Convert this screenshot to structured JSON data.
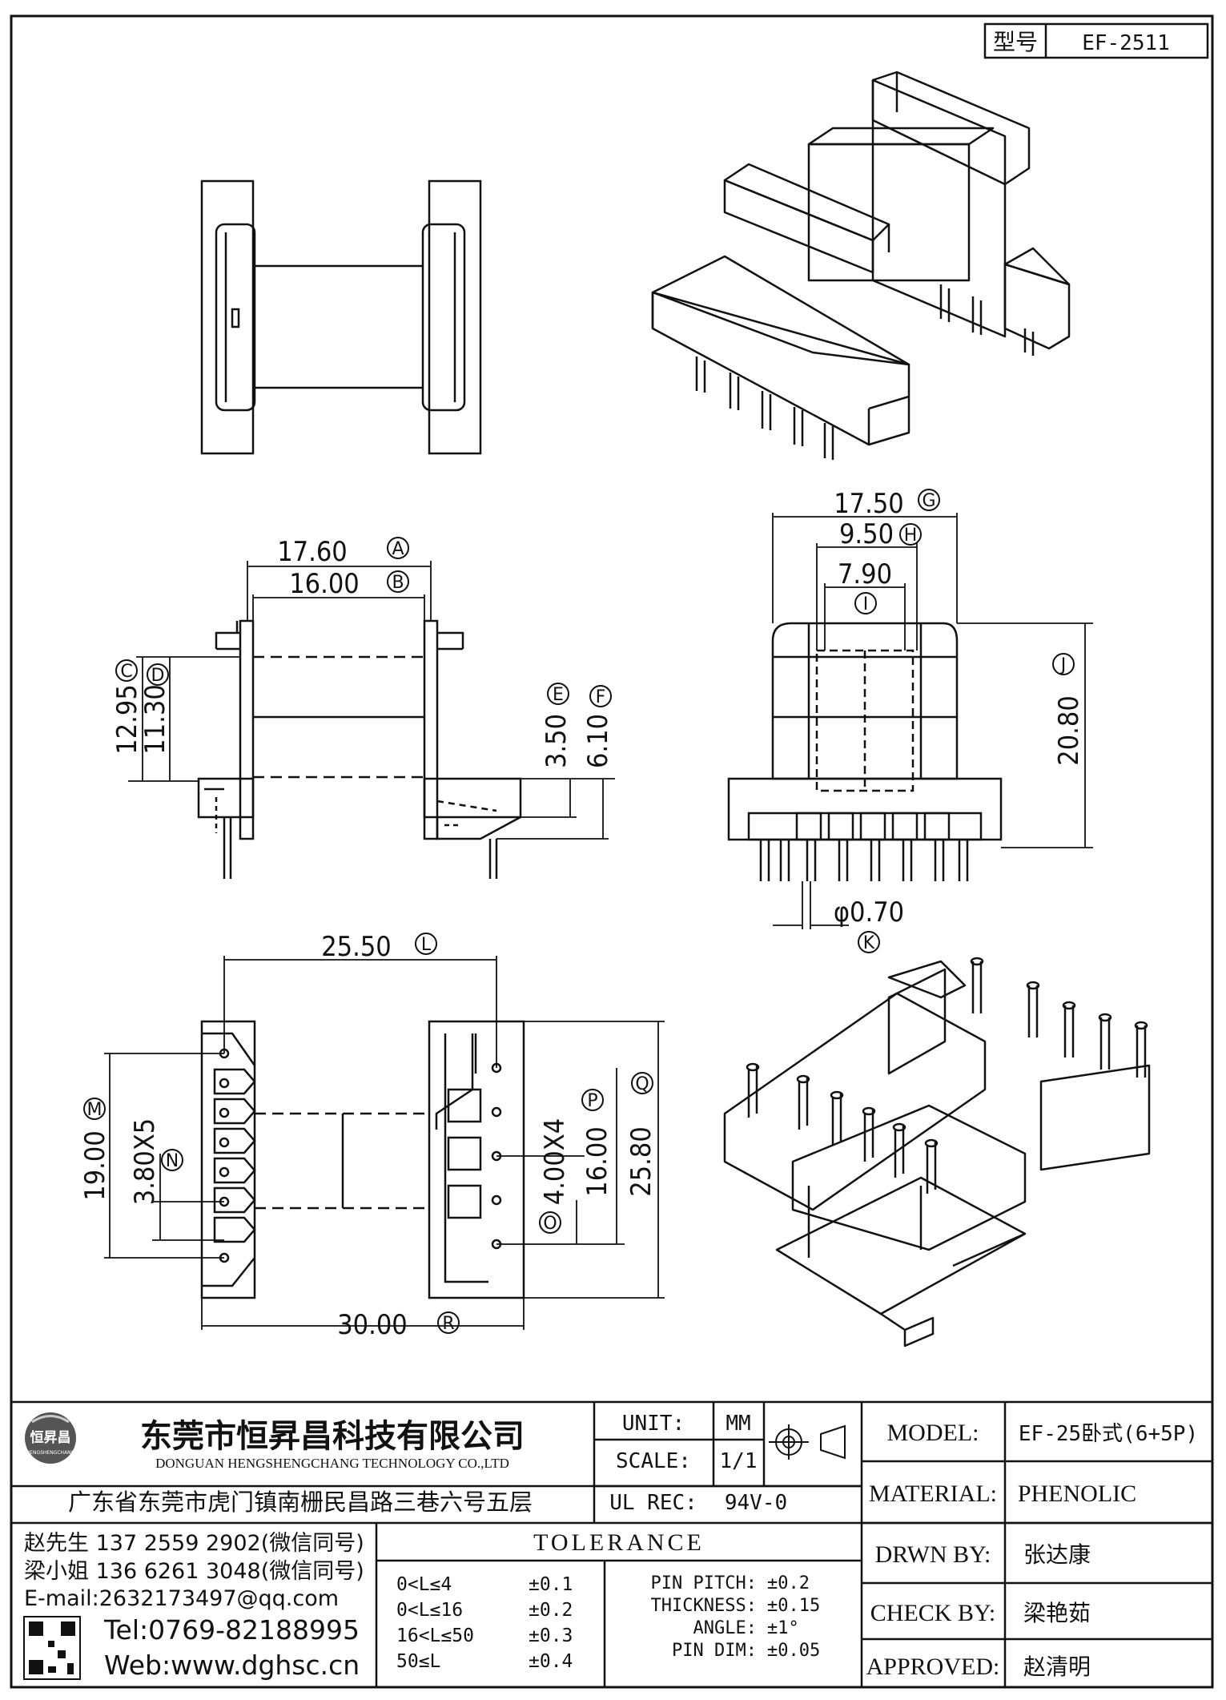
{
  "model_box": {
    "label": "型号",
    "value": "EF-2511"
  },
  "dimensions": {
    "A": {
      "text": "17.60",
      "letter": "A"
    },
    "B": {
      "text": "16.00",
      "letter": "B"
    },
    "C": {
      "text": "12.95",
      "letter": "C"
    },
    "D": {
      "text": "11.30",
      "letter": "D"
    },
    "E": {
      "text": "3.50",
      "letter": "E"
    },
    "F": {
      "text": "6.10",
      "letter": "F"
    },
    "G": {
      "text": "17.50",
      "letter": "G"
    },
    "H": {
      "text": "9.50",
      "letter": "H"
    },
    "I": {
      "text": "7.90",
      "letter": "I"
    },
    "J": {
      "text": "20.80",
      "letter": "J"
    },
    "K": {
      "text": "φ0.70",
      "letter": "K"
    },
    "L": {
      "text": "25.50",
      "letter": "L"
    },
    "M": {
      "text": "19.00",
      "letter": "M"
    },
    "N": {
      "text": "3.80X5",
      "letter": "N"
    },
    "O": {
      "text": "",
      "letter": "O"
    },
    "P": {
      "text": "4.00X4",
      "letter": "P"
    },
    "P2": {
      "text": "16.00"
    },
    "Q": {
      "text": "25.80",
      "letter": "Q"
    },
    "R": {
      "text": "30.00",
      "letter": "R"
    }
  },
  "title_block": {
    "company_cn": "东莞市恒昇昌科技有限公司",
    "company_en": "DONGUAN HENGSHENGCHANG TECHNOLOGY CO.,LTD",
    "logo_text": "恒昇昌",
    "logo_sub": "HENGSHENGCHANG",
    "address": "广东省东莞市虎门镇南栅民昌路三巷六号五层",
    "unit_label": "UNIT:",
    "unit_value": "MM",
    "scale_label": "SCALE:",
    "scale_value": "1/1",
    "ulrec_label": "UL REC:",
    "ulrec_value": "94V-0",
    "model_label": "MODEL:",
    "model_value": "EF-25卧式(6+5P)",
    "material_label": "MATERIAL:",
    "material_value": "PHENOLIC",
    "drwn_label": "DRWN BY:",
    "drwn_value": "张达康",
    "check_label": "CHECK BY:",
    "check_value": "梁艳茹",
    "approved_label": "APPROVED:",
    "approved_value": "赵清明",
    "contact1": "赵先生 137 2559 2902(微信同号)",
    "contact2": "梁小姐 136 6261 3048(微信同号)",
    "email": "E-mail:2632173497@qq.com",
    "tel": "Tel:0769-82188995",
    "web": "Web:www.dghsc.cn",
    "tolerance_title": "TOLERANCE",
    "tolerances": [
      {
        "range": "0<L≤4",
        "value": "±0.1"
      },
      {
        "range": "0<L≤16",
        "value": "±0.2"
      },
      {
        "range": "16<L≤50",
        "value": "±0.3"
      },
      {
        "range": "50≤L",
        "value": "±0.4"
      }
    ],
    "specs": [
      {
        "label": "PIN PITCH:",
        "value": "±0.2"
      },
      {
        "label": "THICKNESS:",
        "value": "±0.15"
      },
      {
        "label": "ANGLE:",
        "value": "±1°"
      },
      {
        "label": "PIN DIM:",
        "value": "±0.05"
      }
    ]
  }
}
